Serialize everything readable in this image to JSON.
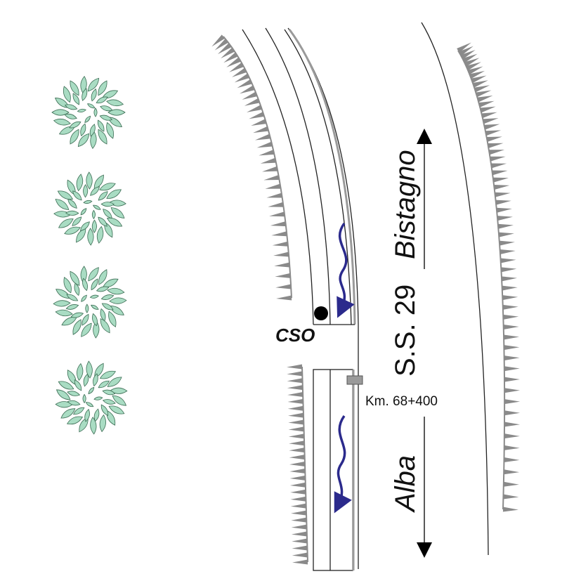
{
  "labels": {
    "road_name": "S.S. 29",
    "direction_north": "Bistagno",
    "direction_south": "Alba",
    "outfall": "CSO",
    "kilometer": "Km. 68+400"
  },
  "colors": {
    "line": "#222222",
    "embankment": "#8a8a8a",
    "vegetation_fill": "#a9dcc3",
    "vegetation_stroke": "#3d6e55",
    "flow_arrow": "#2b2a8c",
    "marker": "#9a9a9a",
    "cso_point": "#000000",
    "background": "#ffffff"
  },
  "icons": {
    "tree": "tree-icon",
    "flow": "flow-arrow-icon",
    "direction": "double-arrow-icon"
  },
  "counts": {
    "trees": 4
  }
}
